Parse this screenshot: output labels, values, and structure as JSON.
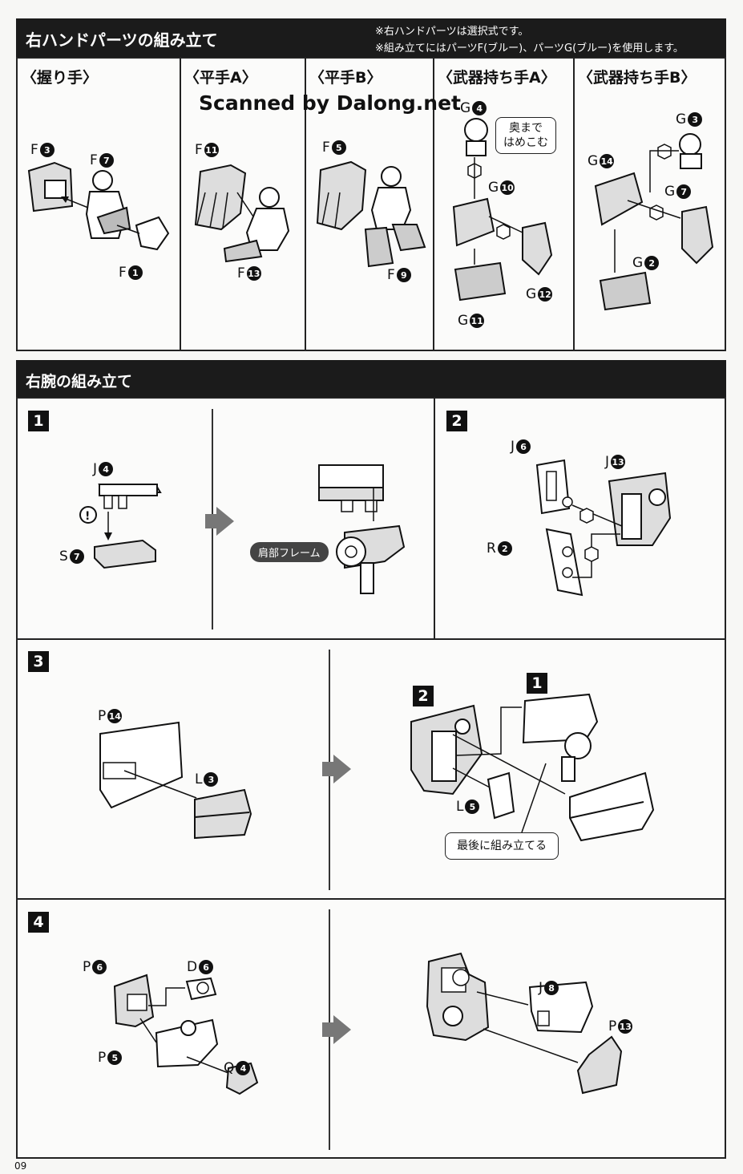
{
  "section1": {
    "title": "右ハンドパーツの組み立て",
    "note_line1": "※右ハンドパーツは選択式です。",
    "note_line2": "※組み立てにはパーツF(ブルー)、パーツG(ブルー)を使用します。",
    "columns": [
      {
        "title": "〈握り手〉",
        "parts": [
          "F3",
          "F7",
          "F1"
        ]
      },
      {
        "title": "〈平手A〉",
        "parts": [
          "F11",
          "F13"
        ]
      },
      {
        "title": "〈平手B〉",
        "parts": [
          "F5",
          "F9"
        ]
      },
      {
        "title": "〈武器持ち手A〉",
        "parts": [
          "G4",
          "G10",
          "G12",
          "G11"
        ],
        "bubble": "奥まで\nはめこむ"
      },
      {
        "title": "〈武器持ち手B〉",
        "parts": [
          "G3",
          "G14",
          "G7",
          "G2"
        ]
      }
    ],
    "watermark": "Scanned by Dalong.net"
  },
  "section2": {
    "title": "右腕の組み立て",
    "steps": {
      "s1": {
        "label": "1",
        "parts": [
          "J4",
          "S7"
        ],
        "tag": "肩部フレーム"
      },
      "s2": {
        "label": "2",
        "parts": [
          "J6",
          "J13",
          "R2"
        ]
      },
      "s3": {
        "label": "3",
        "parts": [
          "P14",
          "L3",
          "L5"
        ],
        "note": "最後に組み立てる",
        "ref1": "1",
        "ref2": "2"
      },
      "s4": {
        "label": "4",
        "parts": [
          "P6",
          "D6",
          "P5",
          "Q4",
          "J8",
          "P13"
        ]
      }
    }
  },
  "page_number": "09",
  "colors": {
    "header_bg": "#1b1b1b",
    "arrow": "#777777"
  }
}
